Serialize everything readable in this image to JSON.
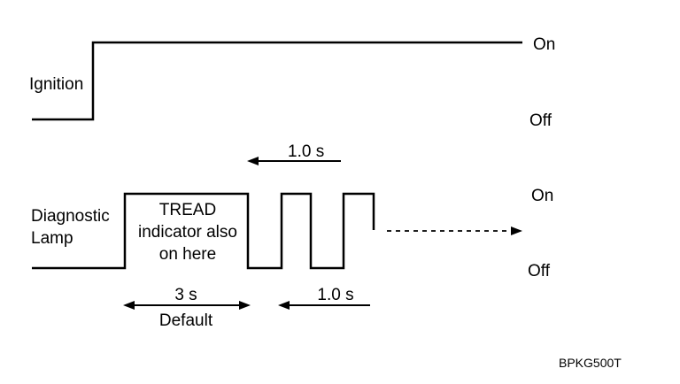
{
  "ignition": {
    "label": "Ignition",
    "on_label": "On",
    "off_label": "Off"
  },
  "lamp": {
    "label_line1": "Diagnostic",
    "label_line2": "Lamp",
    "on_label": "On",
    "off_label": "Off",
    "note_line1": "TREAD",
    "note_line2": "indicator also",
    "note_line3": "on here"
  },
  "timing": {
    "period_top": "1.0 s",
    "default_duration": "3 s",
    "default_caption": "Default",
    "period_bottom": "1.0 s"
  },
  "figure_id": "BPKG500T"
}
